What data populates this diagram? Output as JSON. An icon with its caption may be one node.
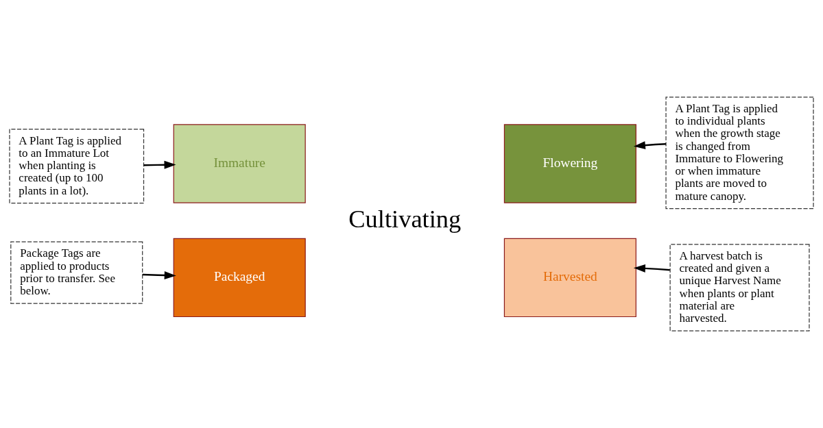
{
  "diagram": {
    "nodes": [
      {
        "text": [
          "A Plant Tag is applied to an Immature Lot when planting is created (up to 100 plants in a lot)."
        ]
      },
      {
        "text": [
          "Immature"
        ]
      },
      {
        "text": [
          "Flowering"
        ]
      },
      {
        "text": [
          "A Plant Tag is applied to individual plants when the growth stage is changed from Immature to Flowering or when immature plants are moved to mature canopy."
        ]
      },
      {
        "text": [
          "Package Tags are applied to products prior to transfer. See below."
        ]
      },
      {
        "text": [
          "Packaged"
        ]
      },
      {
        "text": [
          "Harvested"
        ]
      },
      {
        "text": [
          "A harvest batch is created and given a unique Harvest Name when plants or plant material are harvested."
        ]
      }
    ],
    "edges": [
      {
        "from": 0,
        "to": 1,
        "arrow": "to"
      },
      {
        "from": 3,
        "to": 2,
        "arrow": "to"
      },
      {
        "from": 4,
        "to": 5,
        "arrow": "to"
      },
      {
        "from": 7,
        "to": 6,
        "arrow": "to"
      }
    ],
    "labels": [
      "Cultivating"
    ]
  }
}
